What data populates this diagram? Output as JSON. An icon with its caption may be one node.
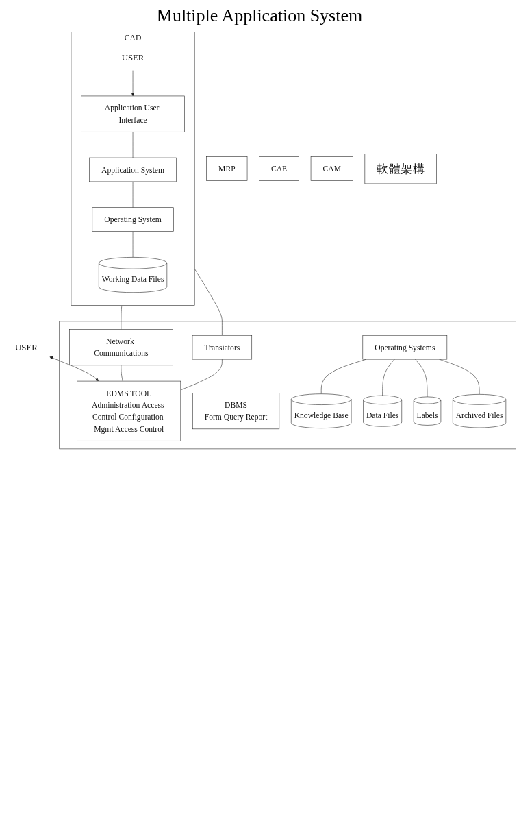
{
  "diagram": {
    "title": "Multiple Application System",
    "nodes": [
      {
        "text": [
          "MRP"
        ]
      },
      {
        "text": [
          "CAE"
        ]
      },
      {
        "text": [
          "CAM"
        ]
      },
      {
        "text": [
          "CAD"
        ]
      },
      {
        "text": [
          "USER"
        ],
        "in": 3
      },
      {
        "text": [
          "Application User Interface"
        ],
        "in": 3
      },
      {
        "text": [
          "Application System"
        ],
        "in": 3
      },
      {
        "text": [
          "Operating System"
        ],
        "in": 3
      },
      {
        "text": [
          "Working Data Files"
        ],
        "in": 3
      },
      {
        "text": [
          "軟體架構"
        ]
      },
      {
        "text": [],
        "shape": "box"
      },
      {
        "text": [
          "Transiators"
        ],
        "in": 10
      },
      {
        "text": [
          "Network Communications"
        ],
        "in": 10
      },
      {
        "text": [
          "EDMS TOOL",
          "Administration Access Control Configuration Mgmt Access Control"
        ],
        "in": 10
      },
      {
        "text": [
          "DBMS",
          "Form Query Report"
        ],
        "in": 10
      },
      {
        "text": [
          "Operating Systems"
        ],
        "in": 10
      },
      {
        "text": [
          "Knowledge Base"
        ],
        "in": 10
      },
      {
        "text": [
          "Data Files"
        ],
        "in": 10
      },
      {
        "text": [
          "Labels"
        ],
        "in": 10
      },
      {
        "text": [
          "Archived Files"
        ],
        "in": 10
      },
      {
        "text": [
          "USER"
        ]
      }
    ],
    "edges": [
      {
        "from": 4,
        "to": 5,
        "arrow": "to"
      },
      {
        "from": 5,
        "to": 6,
        "arrow": "none"
      },
      {
        "from": 6,
        "to": 7,
        "arrow": "none"
      },
      {
        "from": 7,
        "to": 8,
        "arrow": "none"
      },
      {
        "from": 3,
        "to": 11,
        "arrow": "none"
      },
      {
        "from": 3,
        "to": 12,
        "arrow": "none"
      },
      {
        "from": 11,
        "to": 13,
        "arrow": "none"
      },
      {
        "from": 12,
        "to": 13,
        "arrow": "none"
      },
      {
        "from": 15,
        "to": 16,
        "arrow": "none"
      },
      {
        "from": 15,
        "to": 17,
        "arrow": "none"
      },
      {
        "from": 15,
        "to": 18,
        "arrow": "none"
      },
      {
        "from": 15,
        "to": 19,
        "arrow": "none"
      },
      {
        "from": 20,
        "to": 13,
        "arrow": "both"
      }
    ]
  }
}
